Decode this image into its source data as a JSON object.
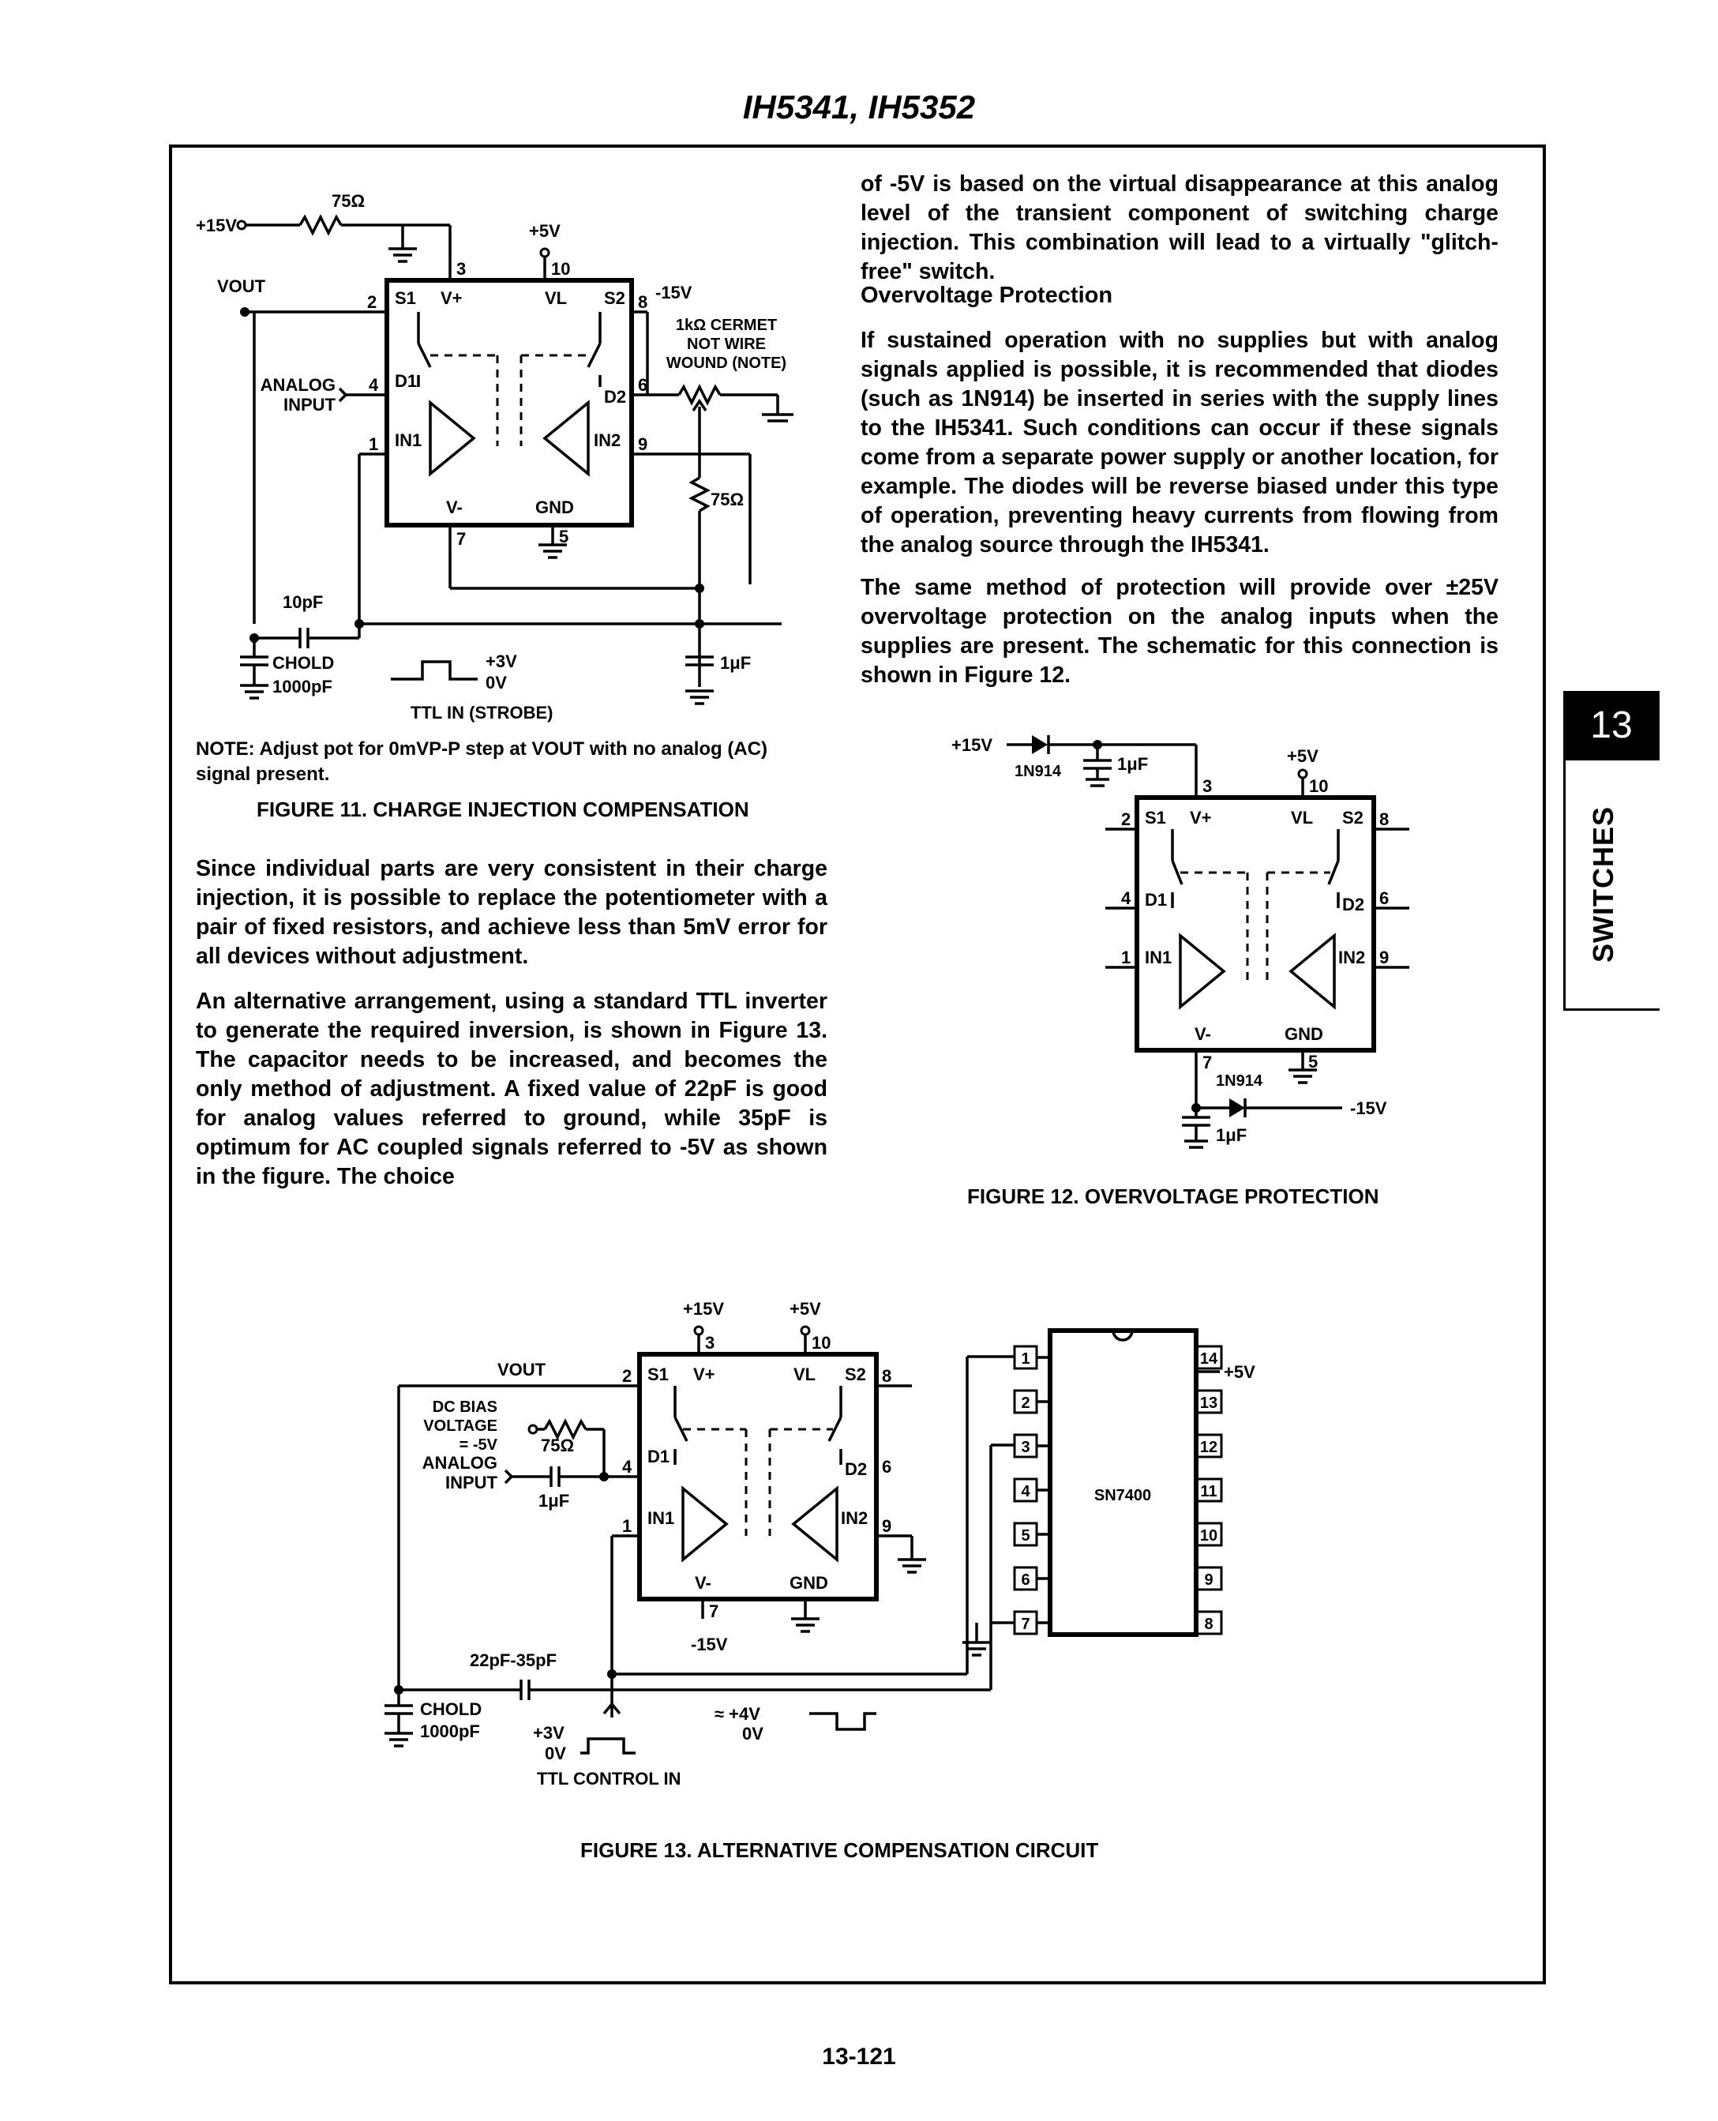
{
  "header": {
    "title": "IH5341, IH5352"
  },
  "fig11": {
    "caption": "FIGURE 11. CHARGE INJECTION COMPENSATION",
    "note": "NOTE: Adjust pot for 0mVP-P step at VOUT with no analog (AC) signal present.",
    "labels": {
      "r75_top": "75Ω",
      "plus15": "+15V",
      "plus5": "+5V",
      "pin3": "3",
      "pin10": "10",
      "vout": "VOUT",
      "minus15": "-15V",
      "pin2": "2",
      "pin8": "8",
      "pin4": "4",
      "pin6": "6",
      "pin1": "1",
      "pin9": "9",
      "pin7": "7",
      "pin5": "5",
      "s1": "S1",
      "vplus": "V+",
      "vl": "VL",
      "s2": "S2",
      "d1": "D1",
      "d2": "D2",
      "in1": "IN1",
      "in2": "IN2",
      "vminus": "V-",
      "gnd": "GND",
      "pot1": "1kΩ CERMET",
      "pot2": "NOT WIRE",
      "pot3": "WOUND (NOTE)",
      "analog1": "ANALOG",
      "analog2": "INPUT",
      "r75_mid": "75Ω",
      "c10p": "10pF",
      "chold": "CHOLD",
      "c1000p": "1000pF",
      "c1u": "1μF",
      "p3v": "+3V",
      "p0v": "0V",
      "ttl": "TTL IN (STROBE)"
    }
  },
  "fig12": {
    "caption": "FIGURE 12. OVERVOLTAGE PROTECTION",
    "labels": {
      "plus15": "+15V",
      "diode1": "1N914",
      "c1u_a": "1μF",
      "plus5": "+5V",
      "pin3": "3",
      "pin10": "10",
      "pin2": "2",
      "pin8": "8",
      "pin4": "4",
      "pin6": "6",
      "pin1": "1",
      "pin9": "9",
      "pin7": "7",
      "pin5": "5",
      "s1": "S1",
      "vplus": "V+",
      "vl": "VL",
      "s2": "S2",
      "d1": "D1",
      "d2": "D2",
      "in1": "IN1",
      "in2": "IN2",
      "vminus": "V-",
      "gnd": "GND",
      "diode2": "1N914",
      "minus15": "-15V",
      "c1u_b": "1μF"
    }
  },
  "fig13": {
    "caption": "FIGURE 13. ALTERNATIVE COMPENSATION CIRCUIT",
    "labels": {
      "plus15": "+15V",
      "plus5": "+5V",
      "pin3": "3",
      "pin10": "10",
      "vout": "VOUT",
      "pin2": "2",
      "pin8": "8",
      "pin4": "4",
      "pin6": "6",
      "pin1": "1",
      "pin9": "9",
      "pin7": "7",
      "s1": "S1",
      "vplus": "V+",
      "vl": "VL",
      "s2": "S2",
      "d1": "D1",
      "d2": "D2",
      "in1": "IN1",
      "in2": "IN2",
      "vminus": "V-",
      "gnd": "GND",
      "dcbias1": "DC BIAS",
      "dcbias2": "VOLTAGE",
      "dcbias3": "= -5V",
      "r75": "75Ω",
      "analog1": "ANALOG",
      "analog2": "INPUT",
      "c1u": "1μF",
      "minus15": "-15V",
      "c22": "22pF-35pF",
      "chold": "CHOLD",
      "c1000p": "1000pF",
      "p3v": "+3V",
      "p0v": "0V",
      "ttl": "TTL CONTROL IN",
      "p4v": "≈ +4V",
      "p0v_b": "0V",
      "chip": "SN7400",
      "plus5_chip": "+5V",
      "pins_left": [
        "1",
        "2",
        "3",
        "4",
        "5",
        "6",
        "7"
      ],
      "pins_right": [
        "14",
        "13",
        "12",
        "11",
        "10",
        "9",
        "8"
      ]
    }
  },
  "body": {
    "para1": "Since individual parts are very consistent in their charge injection, it is possible to replace the potentiometer with a pair of fixed resistors, and achieve less than 5mV error for all devices without adjustment.",
    "para2": "An alternative arrangement, using a standard TTL inverter to generate the required inversion, is shown in Figure 13. The capacitor needs to be increased, and becomes the only method of adjustment. A fixed value of 22pF is good for analog values referred to ground, while 35pF is optimum for AC coupled signals referred to -5V as shown in the figure. The choice",
    "para3": "of -5V is based on the virtual disappearance at this analog level of the transient component of switching charge injection. This combination will lead to a virtually \"glitch-free\" switch.",
    "heading": "Overvoltage Protection",
    "para4": "If sustained operation with no supplies but with analog signals applied is possible, it is recommended that diodes (such as 1N914) be inserted in series with the supply lines to the IH5341. Such conditions can occur if these signals come from a separate power supply or another location, for example. The diodes will be reverse biased under this type of operation, preventing heavy currents from flowing from the analog source through the IH5341.",
    "para5": "The same method of protection will provide over ±25V overvoltage protection on the analog inputs when the supplies are present. The schematic for this connection is shown in Figure 12."
  },
  "sidetab": {
    "number": "13",
    "label": "SWITCHES"
  },
  "footer": {
    "page": "13-121"
  }
}
